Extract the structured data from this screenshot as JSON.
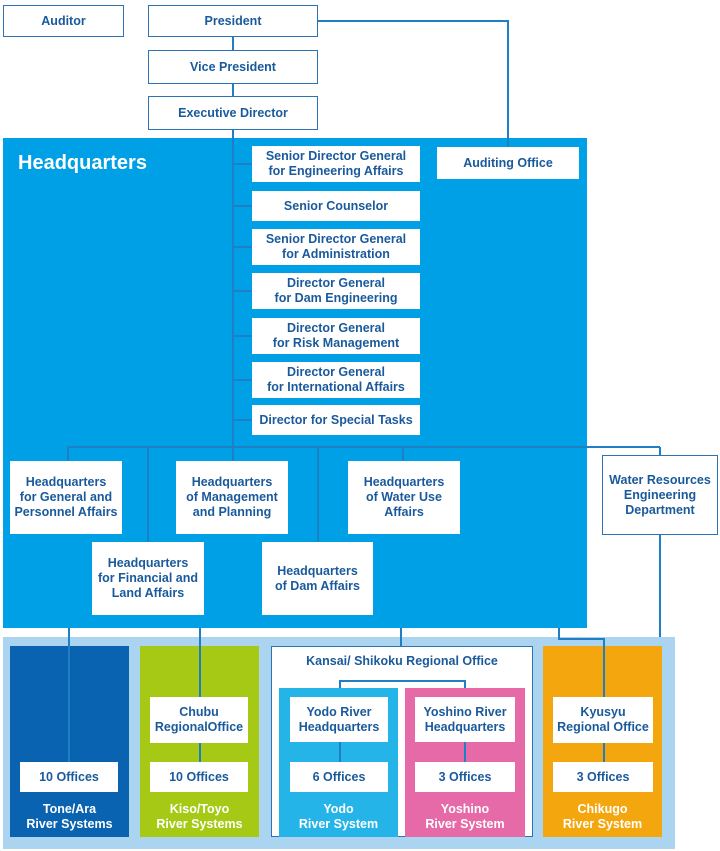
{
  "top": {
    "auditor": "Auditor",
    "president": "President",
    "vice_president": "Vice President",
    "executive_director": "Executive Director"
  },
  "headquarters": {
    "title": "Headquarters",
    "auditing_office": "Auditing Office",
    "directors": [
      "Senior Director General\nfor Engineering Affairs",
      "Senior Counselor",
      "Senior Director General\nfor Administration",
      "Director General\nfor Dam Engineering",
      "Director General\nfor Risk Management",
      "Director General\nfor International Affairs",
      "Director for Special Tasks"
    ],
    "divisions": {
      "general_personnel": "Headquarters\nfor General and\nPersonnel Affairs",
      "management_planning": "Headquarters\nof Management\nand Planning",
      "water_use": "Headquarters\nof Water Use\nAffairs",
      "financial_land": "Headquarters\nfor Financial and\nLand Affairs",
      "dam_affairs": "Headquarters\nof Dam Affairs"
    },
    "water_resources_dept": "Water Resources\nEngineering\nDepartment"
  },
  "regions": {
    "tone": {
      "offices": "10 Offices",
      "label": "Tone/Ara\nRiver Systems",
      "color": "#0a63b0"
    },
    "kiso": {
      "office_name": "Chubu\nRegionalOffice",
      "offices": "10 Offices",
      "label": "Kiso/Toyo\nRiver Systems",
      "color": "#a6c916"
    },
    "kansai": {
      "title": "Kansai/ Shikoku Regional Office",
      "yodo": {
        "hq": "Yodo River\nHeadquarters",
        "offices": "6 Offices",
        "label": "Yodo\nRiver System",
        "color": "#25b4e8"
      },
      "yoshino": {
        "hq": "Yoshino River\nHeadquarters",
        "offices": "3 Offices",
        "label": "Yoshino\nRiver System",
        "color": "#e66aa7"
      }
    },
    "chikugo": {
      "office_name": "Kyusyu\nRegional Office",
      "offices": "3 Offices",
      "label": "Chikugo\nRiver System",
      "color": "#f4a60f"
    }
  },
  "colors": {
    "hq_panel": "#00a0e6",
    "regions_panel": "#aad4ef",
    "line": "#1f7fc4",
    "text": "#1a5a9c"
  }
}
